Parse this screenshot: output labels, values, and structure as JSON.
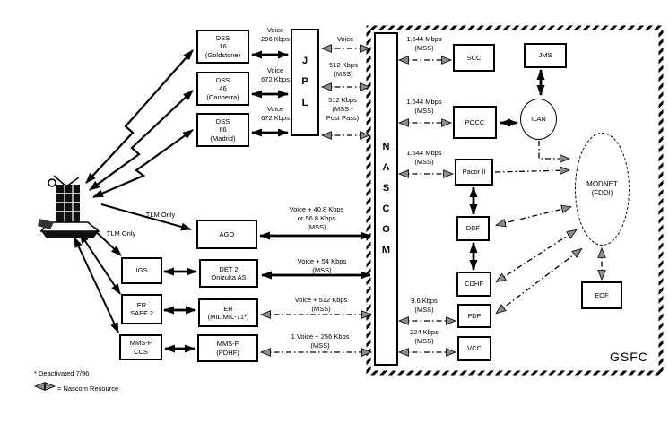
{
  "nodes": {
    "dss16": "DSS\n16\n(Goldstone)",
    "dss46": "DSS\n46\n(Canberra)",
    "dss66": "DSS\n66\n(Madrid)",
    "jpl": "JPL",
    "nascom": "NASCOM",
    "scc": "SCC",
    "jms": "JMS",
    "pocc": "POCC",
    "ilan": "ILAN",
    "pacor2": "Pacor II",
    "ddf": "DDF",
    "cdhf": "CDHF",
    "fdf": "FDF",
    "vcc": "VCC",
    "modnet": "MODNET\n(FDDI)",
    "eof": "EOF",
    "ago": "AGO",
    "det2": "DET 2\nOnizuka AS",
    "er_mil": "ER\n(MIL/MIL-71*)",
    "mmsf_pdhf": "MMS-F\n(PDHF)",
    "igs": "IGS",
    "er_saef2": "ER\nSAEF 2",
    "mmsf_ccs": "MMS-F\nCCS",
    "gsfc": "GSFC"
  },
  "links": {
    "dss16_jpl": "Voice\n296 Kbps",
    "dss46_jpl": "Voice\n672 Kbps",
    "dss66_jpl": "Voice\n672 Kbps",
    "jpl_nascom_voice": "Voice",
    "jpl_nascom_512": "512 Kbps\n(MSS)",
    "jpl_nascom_512_post": "512 Kbps\n(MSS -\nPost Pass)",
    "nascom_scc": "1.544 Mbps\n(MSS)",
    "nascom_pocc": "1.544 Mbps\n(MSS)",
    "nascom_pacor2": "1.544 Mbps\n(MSS)",
    "nascom_fdf": "9.6 Kbps\n(MSS)",
    "nascom_vcc": "224 Kbps\n(MSS)",
    "ago_nascom": "Voice + 40.8 Kbps\nor 56.8 Kbps\n(MSS)",
    "det2_nascom": "Voice + 54 Kbps\n(MSS)",
    "er_nascom": "Voice + 512 Kbps\n(MSS)",
    "mmsf_nascom": "1 Voice + 256 Kbps\n(MSS)",
    "sat_ago": "TLM Only",
    "sat_igs": "TLM Only"
  },
  "legend": {
    "deactivated_note": "* Deactivated 7/96",
    "nascom_resource": "= Nascom Resource"
  }
}
